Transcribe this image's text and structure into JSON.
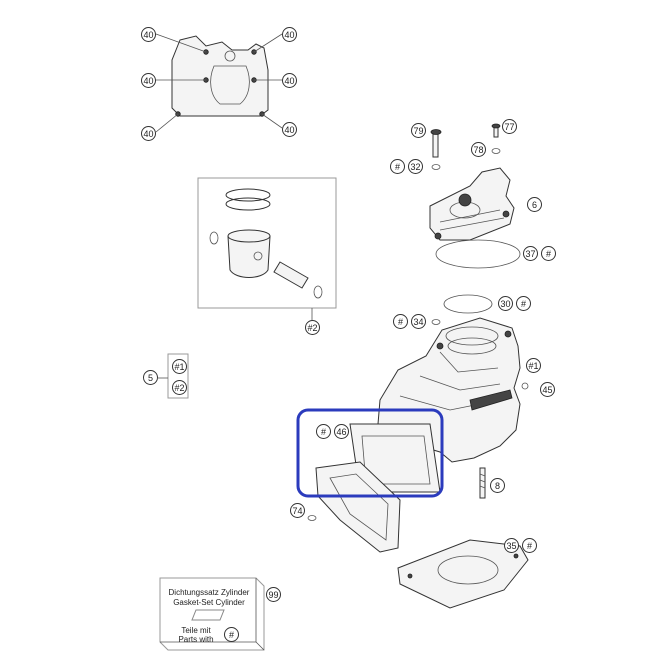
{
  "callouts": {
    "c40a": "40",
    "c40b": "40",
    "c40c": "40",
    "c40d": "40",
    "c40e": "40",
    "c40f": "40",
    "c79": "79",
    "c77": "77",
    "c78": "78",
    "c32_hash": "#",
    "c32": "32",
    "c6": "6",
    "c37": "37",
    "c37_hash": "#",
    "c30": "30",
    "c30_hash": "#",
    "c34_hash": "#",
    "c34": "34",
    "c1": "#1",
    "c45": "45",
    "c46_hash": "#",
    "c46": "46",
    "c8": "8",
    "c74": "74",
    "c35": "35",
    "c35_hash": "#",
    "c5": "5",
    "c2": "#2",
    "c99": "99"
  },
  "set_box": {
    "item1": "#1",
    "item2": "#2"
  },
  "gasket_kit": {
    "line1": "Dichtungssatz Zylinder",
    "line2": "Gasket-Set Cylinder",
    "line3": "Teile mit",
    "line4": "Parts with",
    "mark": "#"
  },
  "colors": {
    "highlight": "#2b3bbd",
    "line": "#333333"
  }
}
